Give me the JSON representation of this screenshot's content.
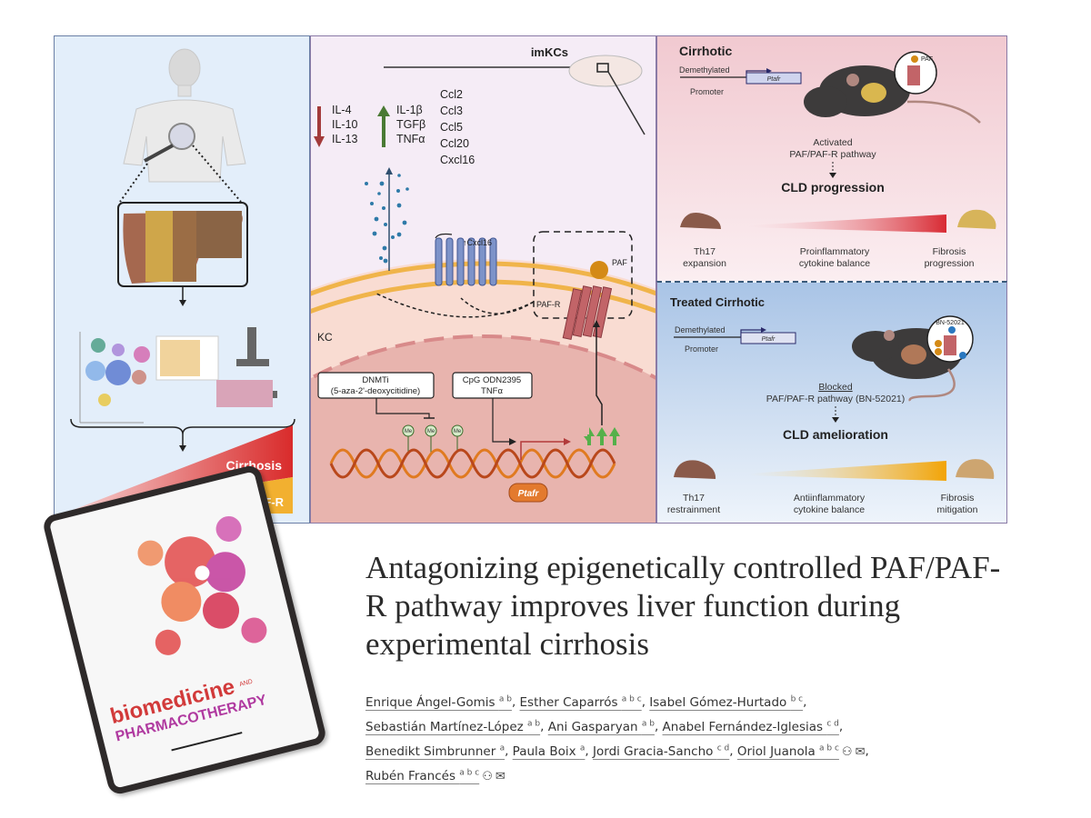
{
  "figure": {
    "panel_left": {
      "triangle_labels": {
        "cirrhosis": "Cirrhosis",
        "paf_r": "PAF/PAF-R"
      },
      "colors": {
        "cirrhosis": "#d92b2b",
        "paf_r": "#f2b030",
        "green": "#6aa33a"
      }
    },
    "panel_middle": {
      "imkcs_label": "imKCs",
      "down_list": [
        "IL-4",
        "IL-10",
        "IL-13"
      ],
      "up_list": [
        "IL-1β",
        "TGFβ",
        "TNFα"
      ],
      "chemokines": [
        "Ccl2",
        "Ccl3",
        "Ccl5",
        "Ccl20",
        "Cxcl16"
      ],
      "cxcl16_label": "↑Cxcl16",
      "paf_label": "PAF",
      "paf_r_label": "PAF-R",
      "kc_label": "KC",
      "dnmti_box": [
        "DNMTi",
        "(5-aza-2'-deoxycitidine)"
      ],
      "cpg_box": [
        "CpG ODN2395",
        "TNFα"
      ],
      "me_label": "Me",
      "gene_label": "Ptafr"
    },
    "panel_cirrhotic": {
      "title": "Cirrhotic",
      "promoter_top": "Demethylated",
      "promoter_bottom": "Promoter",
      "gene": "Ptafr",
      "inset_label": "PAF",
      "pathway_line1": "Activated",
      "pathway_line2": "PAF/PAF-R pathway",
      "outcome": "CLD progression",
      "bottom_labels": [
        [
          "Th17",
          "expansion"
        ],
        [
          "Proinflammatory",
          "cytokine balance"
        ],
        [
          "Fibrosis",
          "progression"
        ]
      ]
    },
    "panel_treated": {
      "title": "Treated Cirrhotic",
      "promoter_top": "Demethylated",
      "promoter_bottom": "Promoter",
      "gene": "Ptafr",
      "inset_label": "BN-52021",
      "pathway_line1": "Blocked",
      "pathway_line2": "PAF/PAF-R pathway (BN-52021)",
      "outcome": "CLD amelioration",
      "bottom_labels": [
        [
          "Th17",
          "restrainment"
        ],
        [
          "Antiinflammatory",
          "cytokine balance"
        ],
        [
          "Fibrosis",
          "mitigation"
        ]
      ]
    }
  },
  "journal_cover": {
    "line1": "biomedicine",
    "and": "AND",
    "line2": "PHARMACOTHERAPY"
  },
  "article": {
    "title": "Antagonizing epigenetically controlled PAF/PAF-R pathway improves liver function during experimental cirrhosis",
    "authors": [
      {
        "name": "Enrique Ángel-Gomis",
        "aff": "a b"
      },
      {
        "name": "Esther Caparrós",
        "aff": "a b c"
      },
      {
        "name": "Isabel Gómez-Hurtado",
        "aff": "b c"
      },
      {
        "name": "Sebastián Martínez-López",
        "aff": "a b"
      },
      {
        "name": "Ani Gasparyan",
        "aff": "a b"
      },
      {
        "name": "Anabel Fernández-Iglesias",
        "aff": "c d"
      },
      {
        "name": "Benedikt Simbrunner",
        "aff": "a"
      },
      {
        "name": "Paula Boix",
        "aff": "a"
      },
      {
        "name": "Jordi Gracia-Sancho",
        "aff": "c d"
      },
      {
        "name": "Oriol Juanola",
        "aff": "a b c",
        "icons": [
          "person-icon",
          "email-icon"
        ]
      },
      {
        "name": "Rubén Francés",
        "aff": "a b c",
        "icons": [
          "person-icon",
          "email-icon"
        ]
      }
    ]
  }
}
